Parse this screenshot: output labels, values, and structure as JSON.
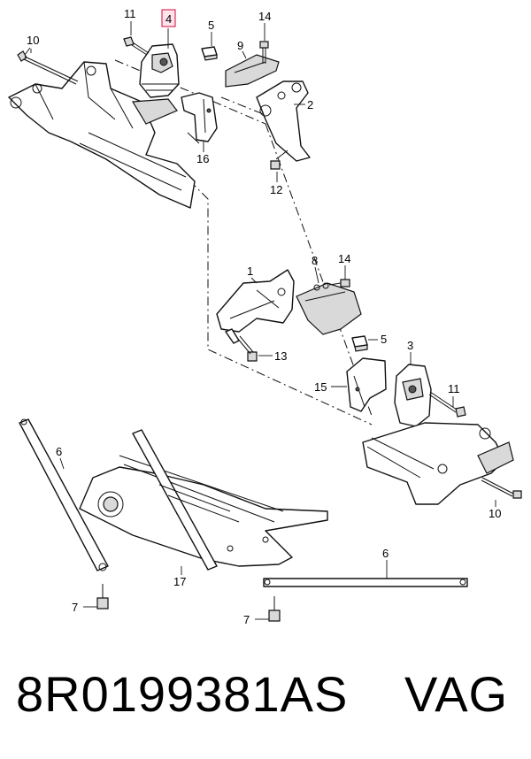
{
  "callouts": {
    "c11a": "11",
    "c4": "4",
    "c5a": "5",
    "c14a": "14",
    "c10a": "10",
    "c9": "9",
    "c2": "2",
    "c16": "16",
    "c12": "12",
    "c1": "1",
    "c8": "8",
    "c14b": "14",
    "c5b": "5",
    "c13": "13",
    "c3": "3",
    "c15": "15",
    "c11b": "11",
    "c10b": "10",
    "c6a": "6",
    "c17": "17",
    "c6b": "6",
    "c7a": "7",
    "c7b": "7"
  },
  "highlight_color": "#d4335c",
  "footer": {
    "part_number": "8R0199381AS",
    "brand": "VAG"
  }
}
